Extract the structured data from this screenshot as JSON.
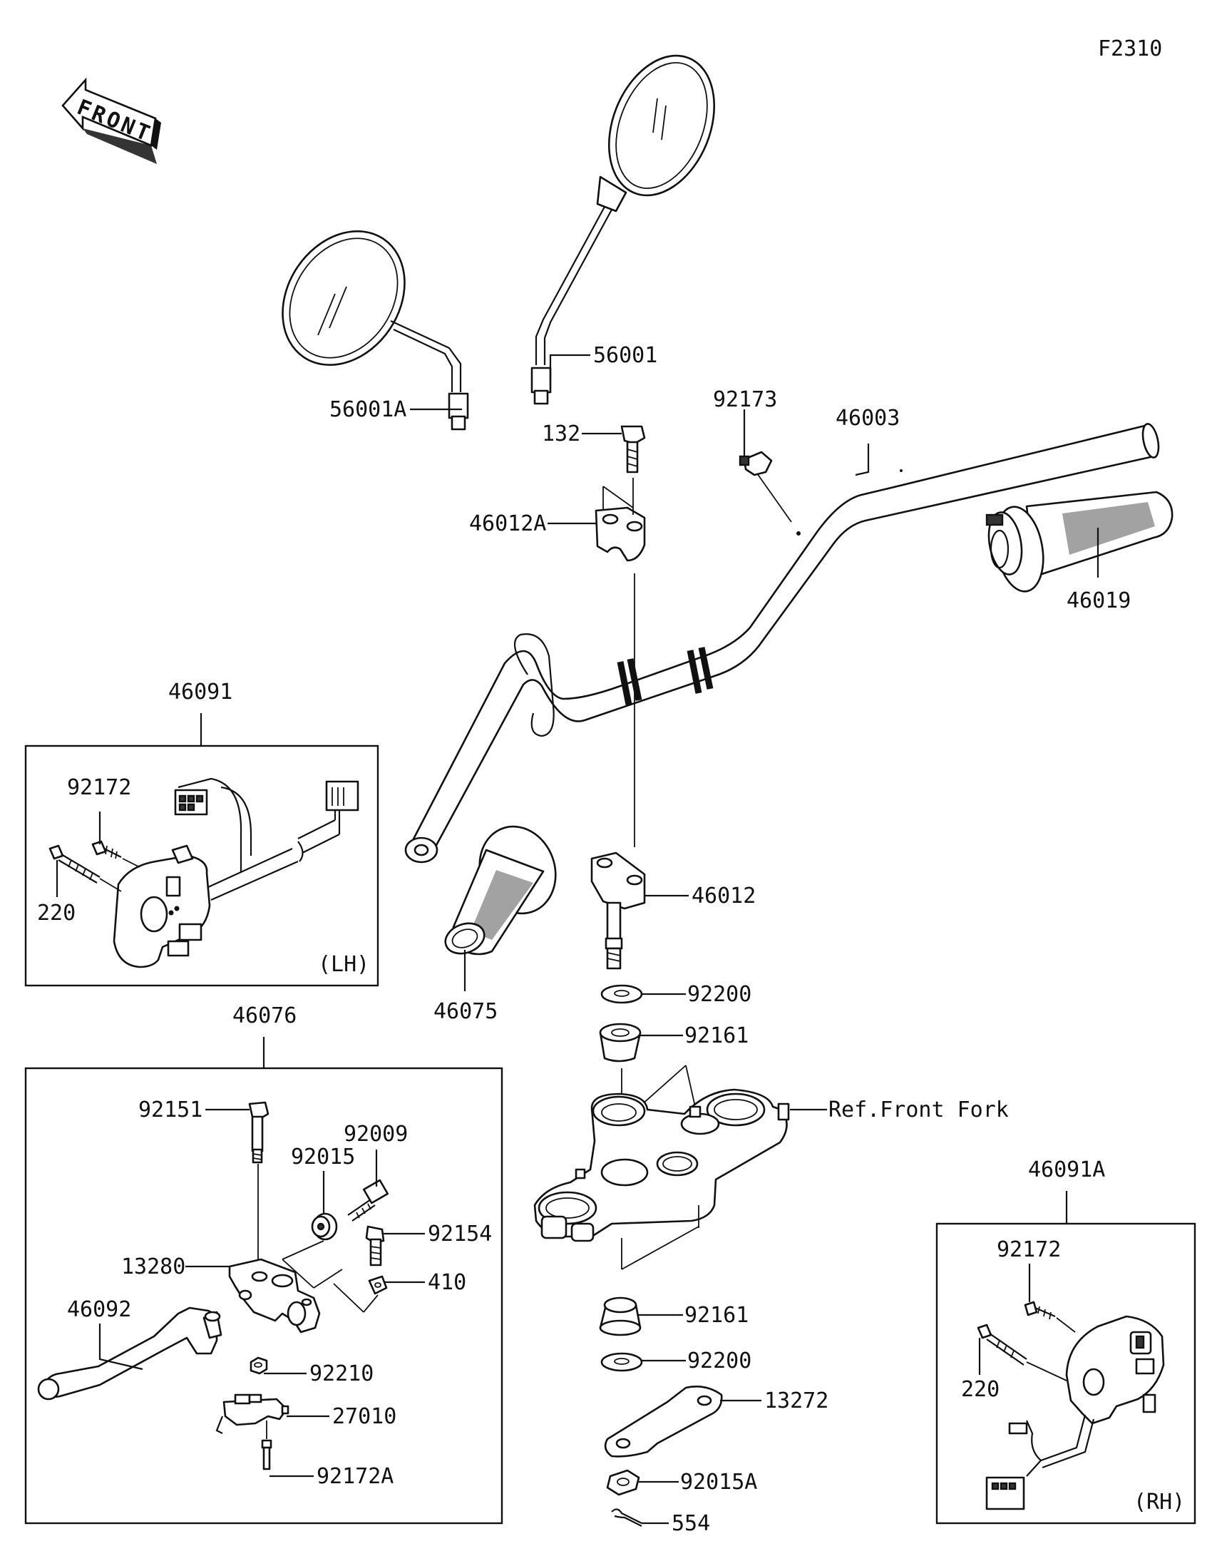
{
  "figure_code": "F2310",
  "front_label": "FRONT",
  "labels": {
    "56001": "56001",
    "56001A": "56001A",
    "132": "132",
    "46012A": "46012A",
    "92173": "92173",
    "46003": "46003",
    "46019": "46019",
    "46091": "46091",
    "92172_lh": "92172",
    "220_lh": "220",
    "lh": "(LH)",
    "46075": "46075",
    "46012": "46012",
    "92200_top": "92200",
    "92161_top": "92161",
    "ref_front_fork": "Ref.Front Fork",
    "46076": "46076",
    "92151": "92151",
    "92009": "92009",
    "92015": "92015",
    "92154": "92154",
    "13280": "13280",
    "410": "410",
    "46092": "46092",
    "92210": "92210",
    "27010": "27010",
    "92172A": "92172A",
    "92161_bottom": "92161",
    "92200_bottom": "92200",
    "13272": "13272",
    "92015A": "92015A",
    "554": "554",
    "46091A": "46091A",
    "92172_rh": "92172",
    "220_rh": "220",
    "rh": "(RH)"
  }
}
